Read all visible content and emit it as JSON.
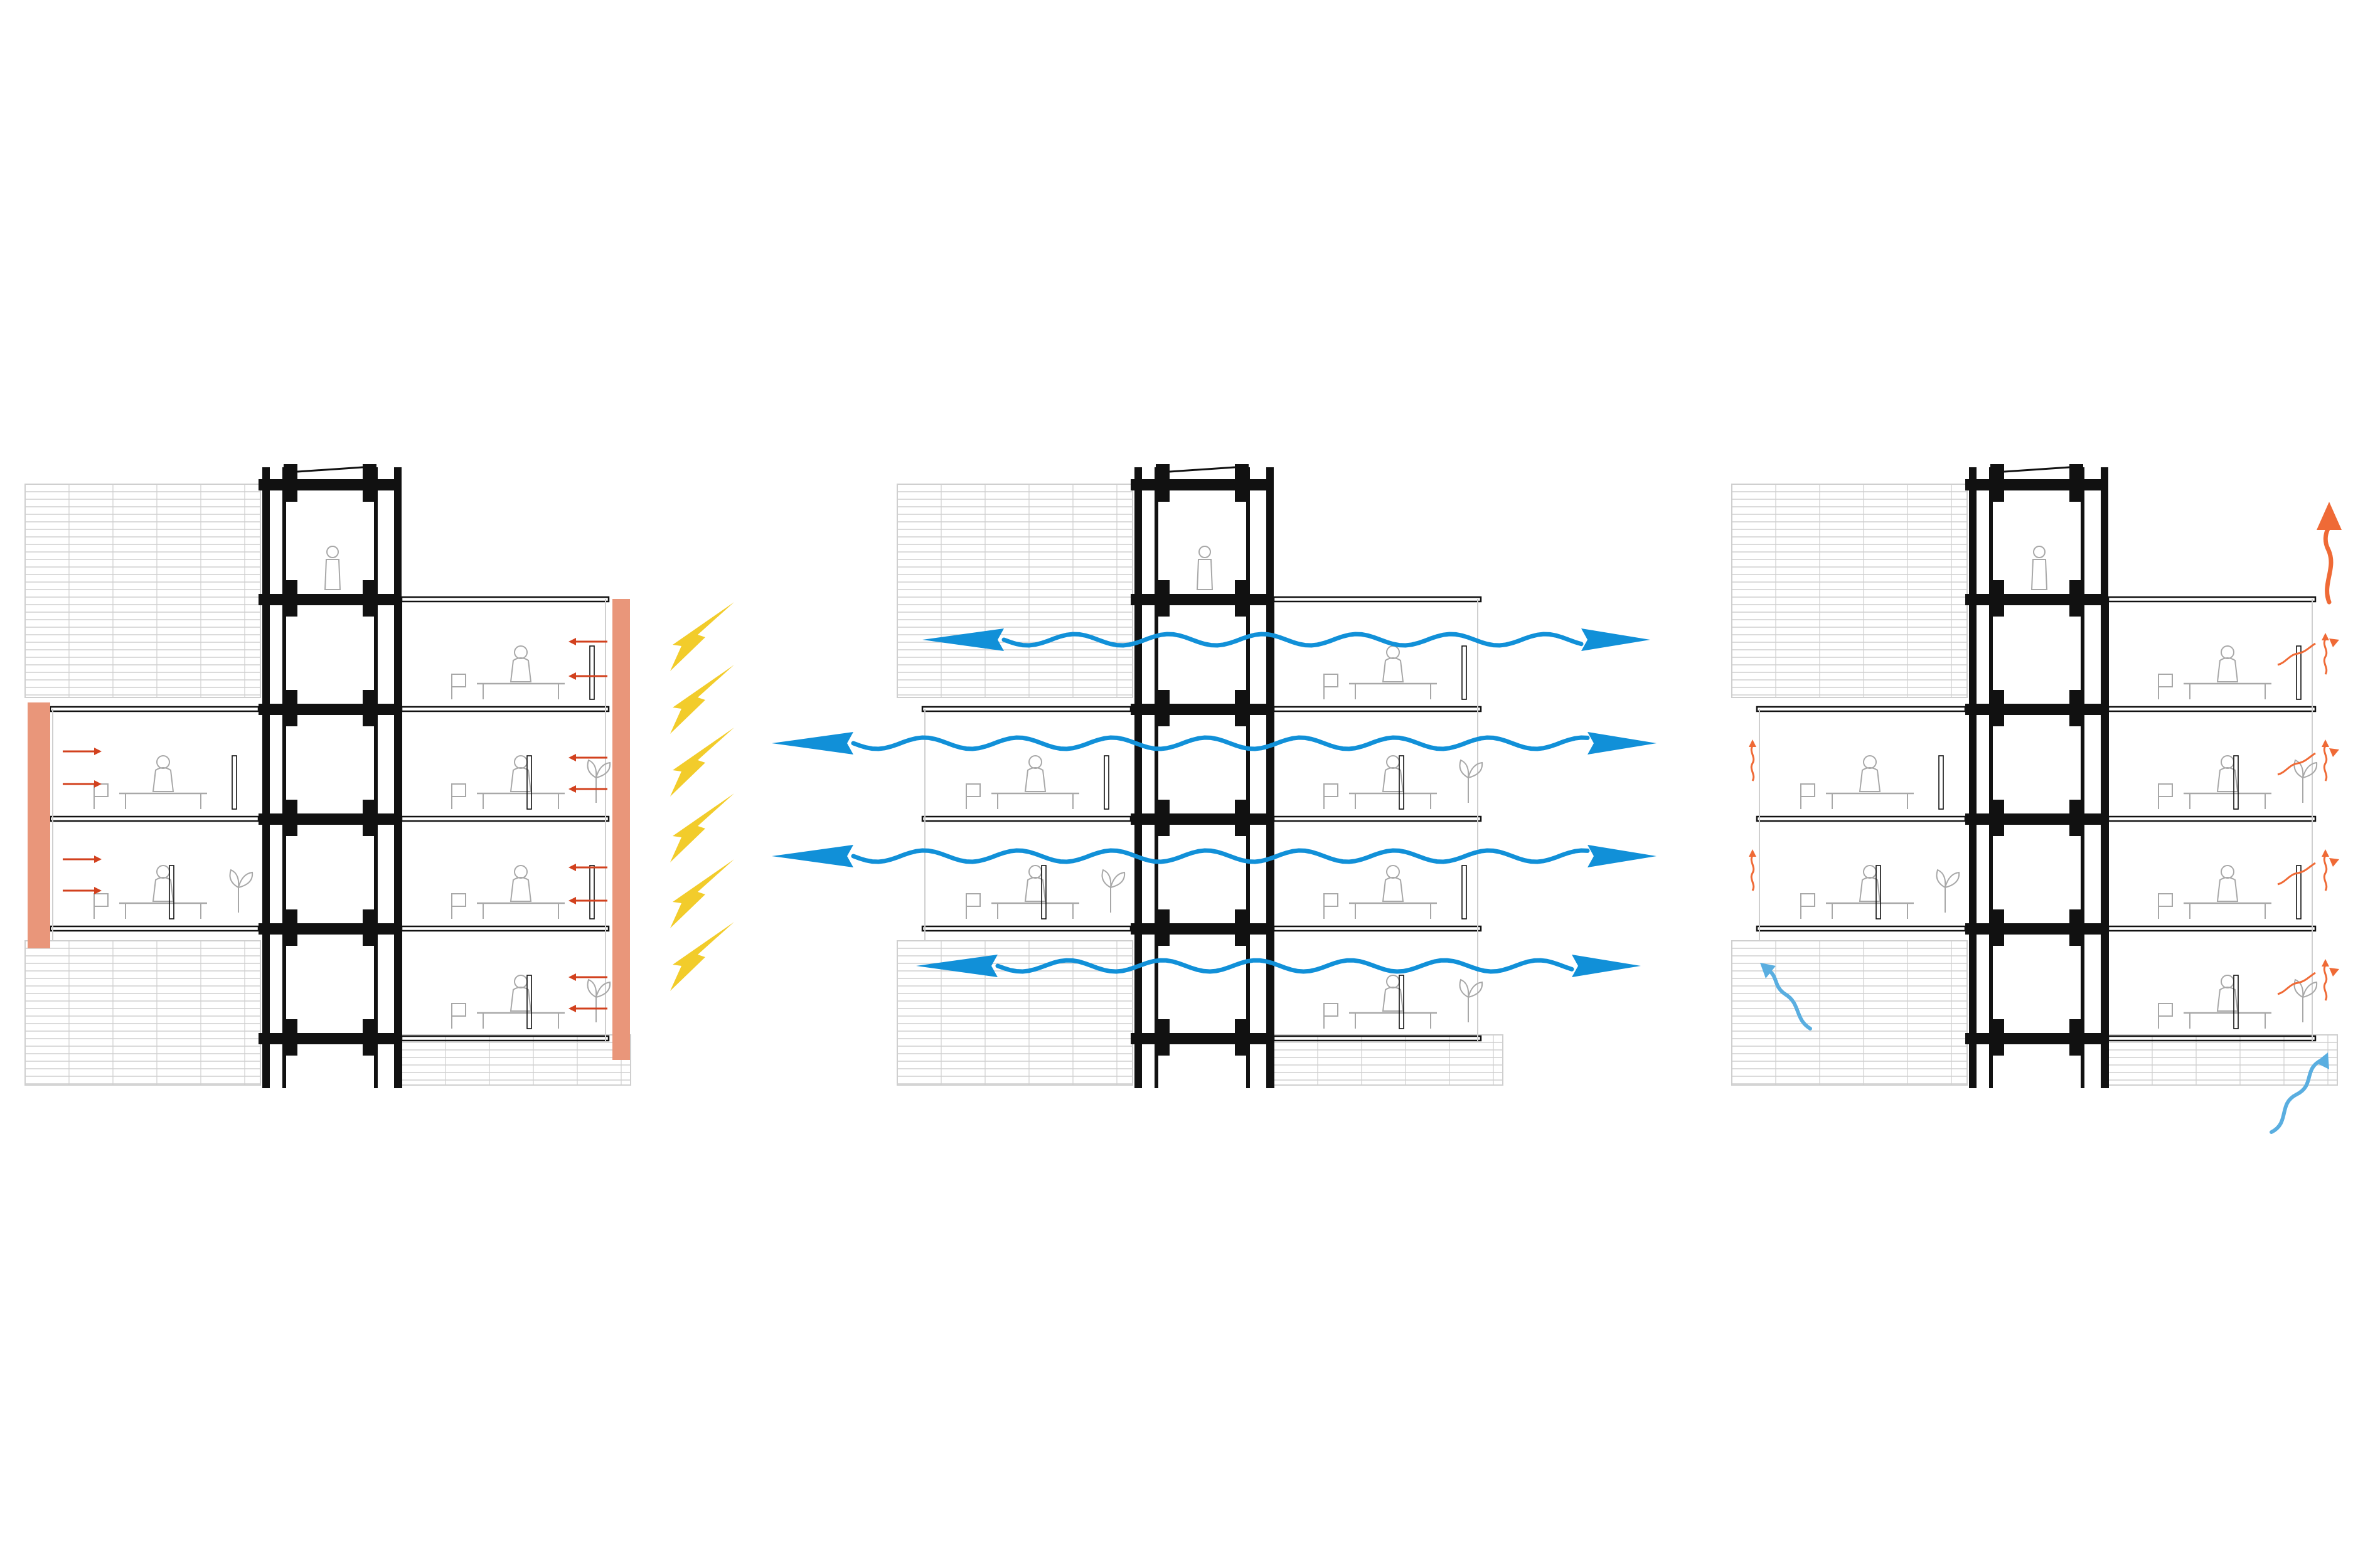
{
  "diagram": {
    "panels": [
      {
        "id": "solar-heat-gain",
        "features": [
          "sun-rays",
          "heated-facade",
          "interior-heat-arrows"
        ]
      },
      {
        "id": "cross-ventilation",
        "features": [
          "wavy-double-airflow-arrows"
        ]
      },
      {
        "id": "stack-ventilation",
        "features": [
          "cool-air-intake",
          "warm-air-rise",
          "roof-exhaust"
        ]
      }
    ],
    "floors_per_building": 4,
    "colors": {
      "line": "#111111",
      "hatch": "#cfcfcf",
      "furniture": "#a8a8a8",
      "sun": "#f2cc2b",
      "heated_panel": "#e9967a",
      "heat_arrow": "#d2411e",
      "airflow": "#1190d8",
      "cool_air": "#5aaee0",
      "warm_air": "#ef6a36"
    },
    "icons": [
      "sun-ray-icon",
      "heat-arrow-icon",
      "airflow-arrow-icon",
      "cool-air-arrow-icon",
      "warm-air-arrow-icon",
      "person-icon",
      "plant-icon",
      "chair-icon"
    ]
  }
}
